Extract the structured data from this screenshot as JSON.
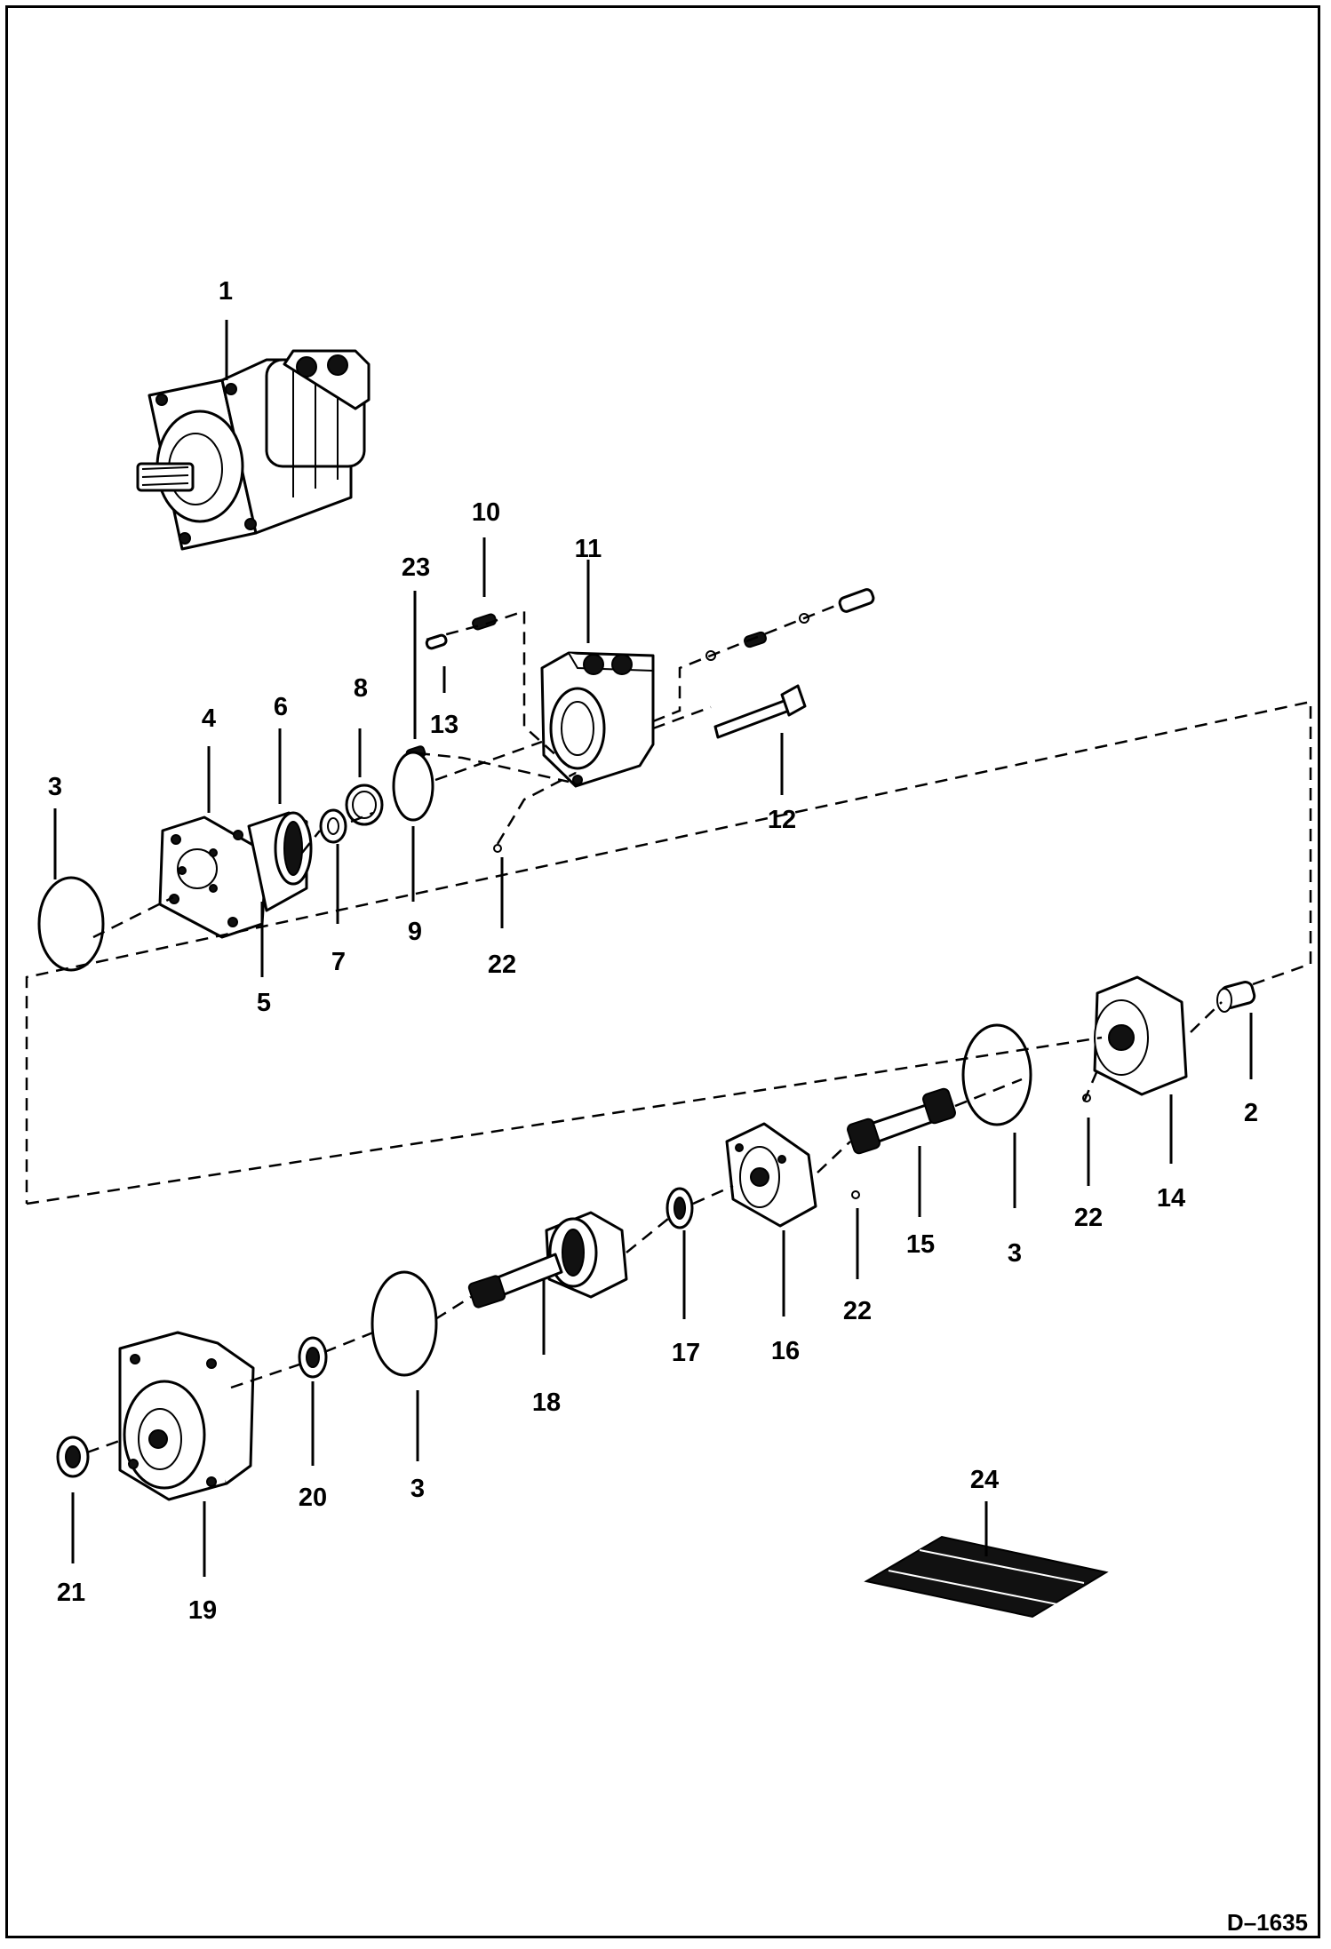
{
  "figure_id": "D–1635",
  "callouts": [
    {
      "id": "c1",
      "label": "1"
    },
    {
      "id": "c2",
      "label": "2"
    },
    {
      "id": "c3a",
      "label": "3"
    },
    {
      "id": "c3b",
      "label": "3"
    },
    {
      "id": "c3c",
      "label": "3"
    },
    {
      "id": "c4",
      "label": "4"
    },
    {
      "id": "c5",
      "label": "5"
    },
    {
      "id": "c6",
      "label": "6"
    },
    {
      "id": "c7",
      "label": "7"
    },
    {
      "id": "c8",
      "label": "8"
    },
    {
      "id": "c9",
      "label": "9"
    },
    {
      "id": "c10",
      "label": "10"
    },
    {
      "id": "c11",
      "label": "11"
    },
    {
      "id": "c12",
      "label": "12"
    },
    {
      "id": "c13",
      "label": "13"
    },
    {
      "id": "c14",
      "label": "14"
    },
    {
      "id": "c15",
      "label": "15"
    },
    {
      "id": "c16",
      "label": "16"
    },
    {
      "id": "c17",
      "label": "17"
    },
    {
      "id": "c18",
      "label": "18"
    },
    {
      "id": "c19",
      "label": "19"
    },
    {
      "id": "c20",
      "label": "20"
    },
    {
      "id": "c21",
      "label": "21"
    },
    {
      "id": "c22a",
      "label": "22"
    },
    {
      "id": "c22b",
      "label": "22"
    },
    {
      "id": "c22c",
      "label": "22"
    },
    {
      "id": "c23",
      "label": "23"
    },
    {
      "id": "c24",
      "label": "24"
    }
  ]
}
